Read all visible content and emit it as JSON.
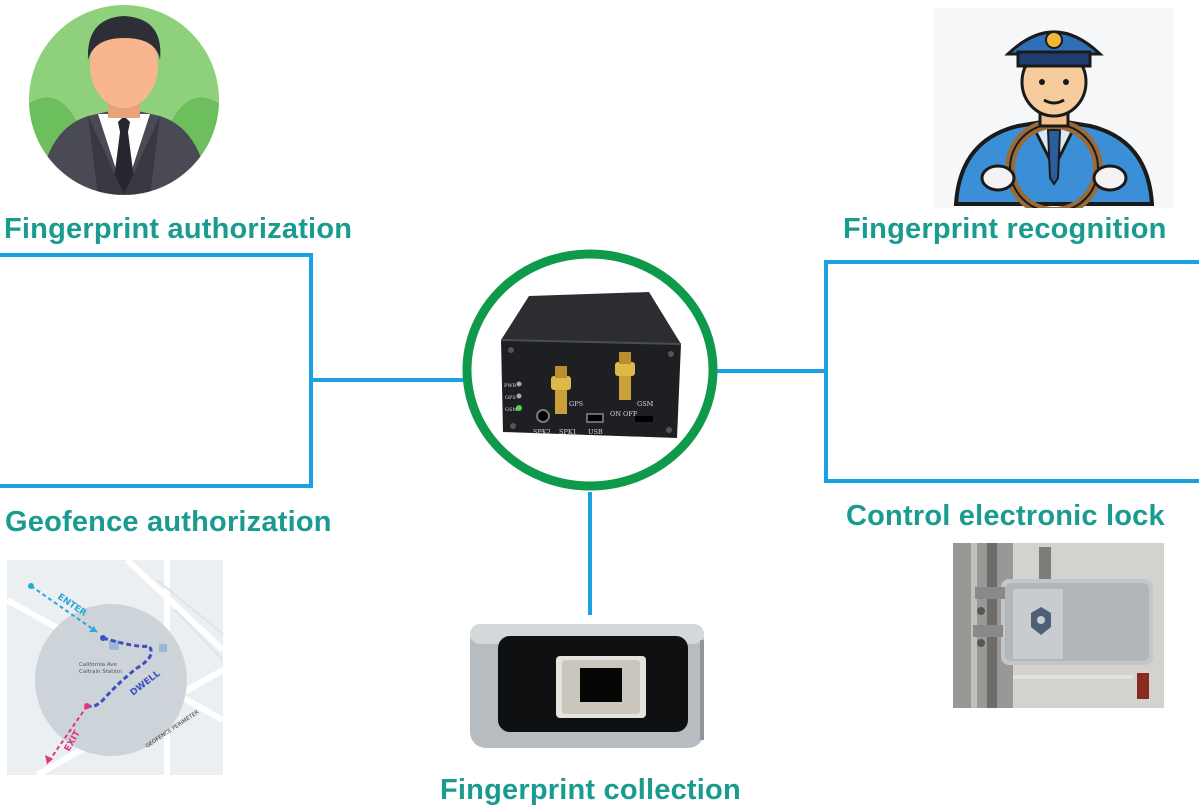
{
  "labels": {
    "fingerprint_authorization": "Fingerprint authorization",
    "fingerprint_recognition": "Fingerprint recognition",
    "geofence_authorization": "Geofence authorization",
    "control_electronic_lock": "Control electronic lock",
    "fingerprint_collection": "Fingerprint collection"
  },
  "device": {
    "ports": [
      "GPS",
      "GSM",
      "SPK2",
      "SPK1",
      "USB",
      "ON",
      "OFF"
    ],
    "leds": [
      "PWR",
      "GPS",
      "GSM"
    ]
  },
  "map": {
    "enter": "ENTER",
    "dwell": "DWELL",
    "exit": "EXIT",
    "perimeter": "GEOFENCE PERIMETER",
    "station_line1": "California Ave",
    "station_line2": "Caltrain Station"
  },
  "colors": {
    "label": "#1a9b8f",
    "connector": "#1ba1e2",
    "hub_ring": "#0e9a4a",
    "enter_path": "#29a9d6",
    "dwell_path": "#3e4fc2",
    "exit_path": "#e0357a"
  }
}
